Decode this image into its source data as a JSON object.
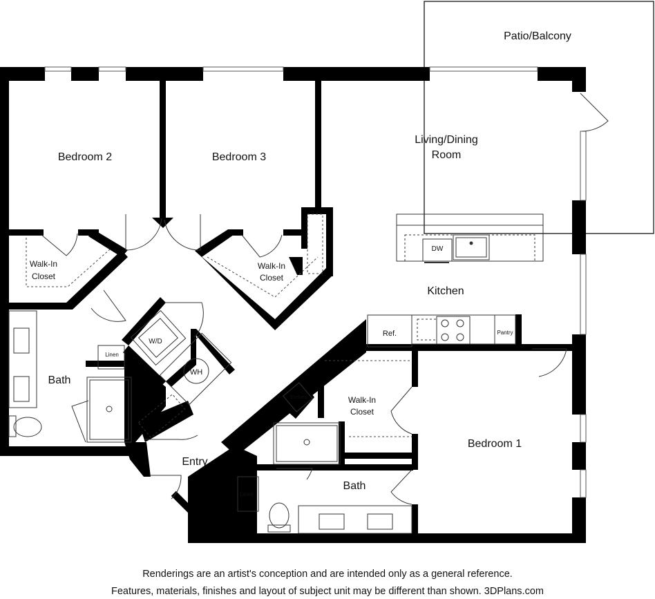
{
  "rooms": {
    "patio": "Patio/Balcony",
    "bedroom2": "Bedroom 2",
    "bedroom3": "Bedroom 3",
    "living_line1": "Living/Dining",
    "living_line2": "Room",
    "walkin1_line1": "Walk-In",
    "walkin1_line2": "Closet",
    "walkin2_line1": "Walk-In",
    "walkin2_line2": "Closet",
    "walkin3_line1": "Walk-In",
    "walkin3_line2": "Closet",
    "kitchen": "Kitchen",
    "dw": "DW",
    "ref": "Ref.",
    "pantry": "Pantry",
    "bath_left": "Bath",
    "linen_left": "Linen",
    "wd": "W/D",
    "wh": "WH",
    "shelves": "Shelves",
    "bedroom1": "Bedroom 1",
    "entry": "Entry",
    "bath_right": "Bath",
    "linen_right": "Linen"
  },
  "disclaimer": {
    "line1": "Renderings are an artist's conception and are intended only as a general reference.",
    "line2": "Features, materials, finishes and layout of subject unit may be different than shown. 3DPlans.com"
  }
}
